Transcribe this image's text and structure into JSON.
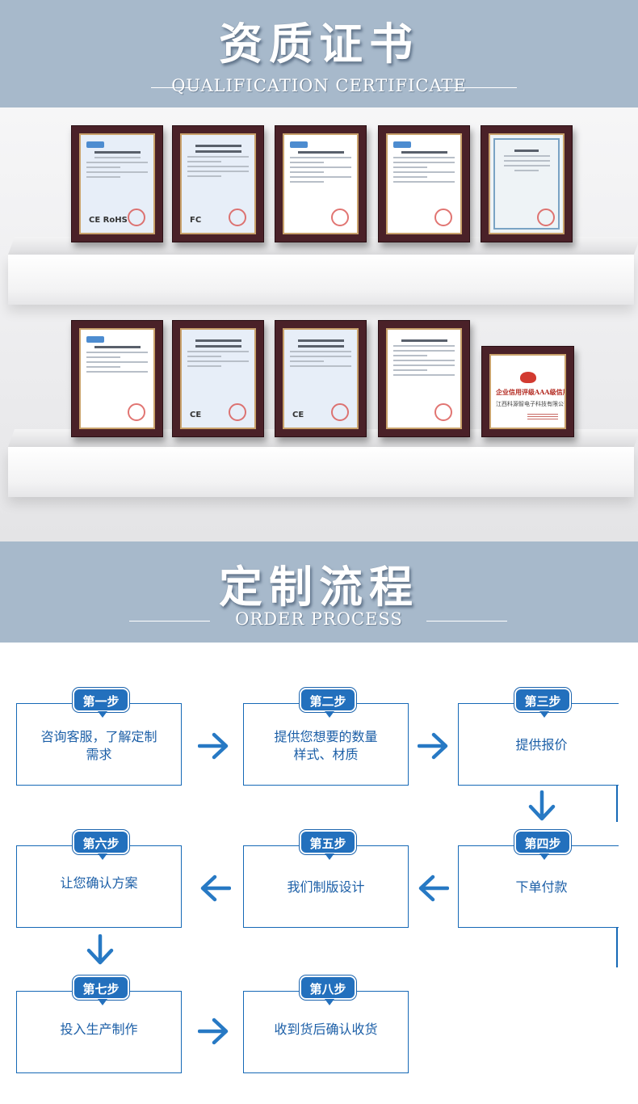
{
  "qualification": {
    "title": "资质证书",
    "subtitle": "QUALIFICATION CERTIFICATE",
    "certificates_row1": [
      {
        "mark": "CE RoHS",
        "style": "blueish"
      },
      {
        "mark": "FC",
        "style": "blueish"
      },
      {
        "mark": "",
        "style": "white"
      },
      {
        "mark": "",
        "style": "white"
      },
      {
        "mark": "",
        "style": "ornate"
      }
    ],
    "certificates_row2": [
      {
        "mark": "",
        "style": "white"
      },
      {
        "mark": "CE",
        "style": "blueish"
      },
      {
        "mark": "CE",
        "style": "blueish"
      },
      {
        "mark": "",
        "style": "white"
      }
    ],
    "aaa_certificate": {
      "main": "企业信用评级AAA级信用企业",
      "company": "江西科源智电子科技有限公司"
    }
  },
  "order_process": {
    "title": "定制流程",
    "subtitle": "ORDER PROCESS",
    "steps": [
      {
        "badge": "第一步",
        "lines": [
          "咨询客服，了解定制",
          "需求"
        ]
      },
      {
        "badge": "第二步",
        "lines": [
          "提供您想要的数量",
          "样式、材质"
        ]
      },
      {
        "badge": "第三步",
        "lines": [
          "提供报价"
        ]
      },
      {
        "badge": "第四步",
        "lines": [
          "下单付款"
        ]
      },
      {
        "badge": "第五步",
        "lines": [
          "我们制版设计"
        ]
      },
      {
        "badge": "第六步",
        "lines": [
          "让您确认方案"
        ]
      },
      {
        "badge": "第七步",
        "lines": [
          "投入生产制作"
        ]
      },
      {
        "badge": "第八步",
        "lines": [
          "收到货后确认收货"
        ]
      }
    ]
  },
  "colors": {
    "banner": "#a7b9cb",
    "accent_blue": "#2370bd",
    "box_border": "#1669b6",
    "frame_wood": "#4a2128"
  },
  "icons": [
    "arrow-right-icon",
    "arrow-left-icon",
    "arrow-down-icon"
  ]
}
